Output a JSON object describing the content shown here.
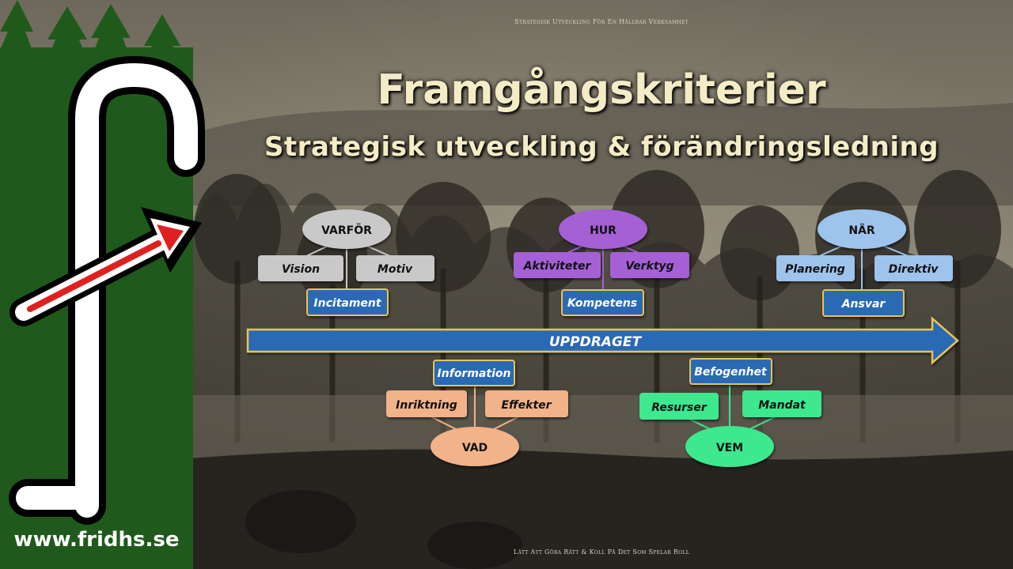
{
  "header": {
    "tagline_top": "Strategisk Utveckling För En Hållbar Verksamhet",
    "title": "Framgångskriterier",
    "subtitle": "Strategisk utveckling & förändringsledning",
    "tagline_bottom": "Lätt Att Göra Rätt & Koll På Det Som Spelar Roll"
  },
  "brand": {
    "url": "www.fridhs.se",
    "green": "#1f5a1c"
  },
  "arrow": {
    "label": "UPPDRAGET",
    "color": "#2c6bb4",
    "border": "#e8c35a"
  },
  "groups": {
    "varfor": {
      "head": "VARFÖR",
      "left": "Vision",
      "right": "Motiv",
      "center": "Incitament",
      "color": "#c9c9c9"
    },
    "hur": {
      "head": "HUR",
      "left": "Aktiviteter",
      "right": "Verktyg",
      "center": "Kompetens",
      "color": "#a561d6"
    },
    "nar": {
      "head": "NÄR",
      "left": "Planering",
      "right": "Direktiv",
      "center": "Ansvar",
      "color": "#9ec3ec"
    },
    "vad": {
      "head": "VAD",
      "left": "Inriktning",
      "right": "Effekter",
      "center": "Information",
      "color": "#f2b28a"
    },
    "vem": {
      "head": "VEM",
      "left": "Resurser",
      "right": "Mandat",
      "center": "Befogenhet",
      "color": "#3de88f"
    }
  }
}
